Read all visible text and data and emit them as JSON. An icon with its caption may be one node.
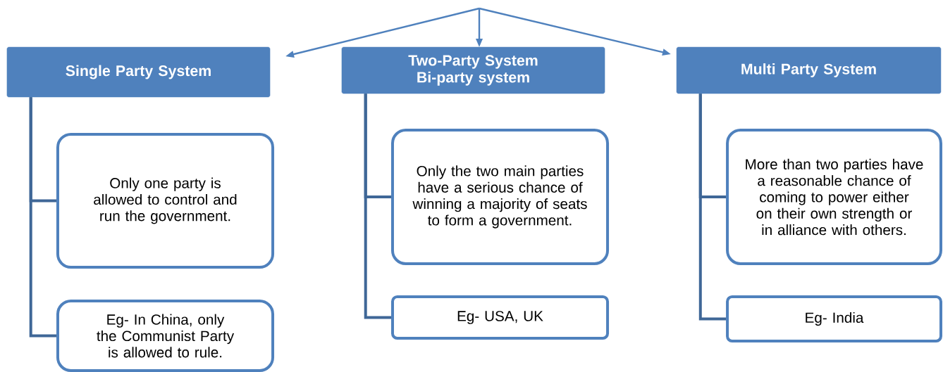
{
  "diagram": {
    "nodes": [
      {
        "text": [
          "Single Party System"
        ]
      },
      {
        "text": [
          "Two-Party System Bi-party system"
        ]
      },
      {
        "text": [
          "Multi Party System"
        ]
      },
      {
        "text": [
          "Only one party is allowed to control and run the government."
        ]
      },
      {
        "text": [
          "Eg- In China, only the Communist Party is allowed to rule."
        ]
      },
      {
        "text": [
          "Only the two main parties have a serious chance of winning a majority of seats to form a government."
        ]
      },
      {
        "text": [
          "Eg- USA, UK"
        ]
      },
      {
        "text": [
          "More than two parties have a reasonable chance of coming to power either on their own strength or in alliance with others."
        ]
      },
      {
        "text": [
          "Eg- India"
        ]
      }
    ],
    "edges": [
      {
        "from": null,
        "to": 0,
        "arrow": "to"
      },
      {
        "from": null,
        "to": 1,
        "arrow": "to"
      },
      {
        "from": null,
        "to": 2,
        "arrow": "to"
      },
      {
        "from": 0,
        "to": 3,
        "arrow": "none"
      },
      {
        "from": 0,
        "to": 4,
        "arrow": "none"
      },
      {
        "from": 1,
        "to": 5,
        "arrow": "none"
      },
      {
        "from": 1,
        "to": 6,
        "arrow": "none"
      },
      {
        "from": 2,
        "to": 7,
        "arrow": "none"
      },
      {
        "from": 2,
        "to": 8,
        "arrow": "none"
      }
    ]
  }
}
